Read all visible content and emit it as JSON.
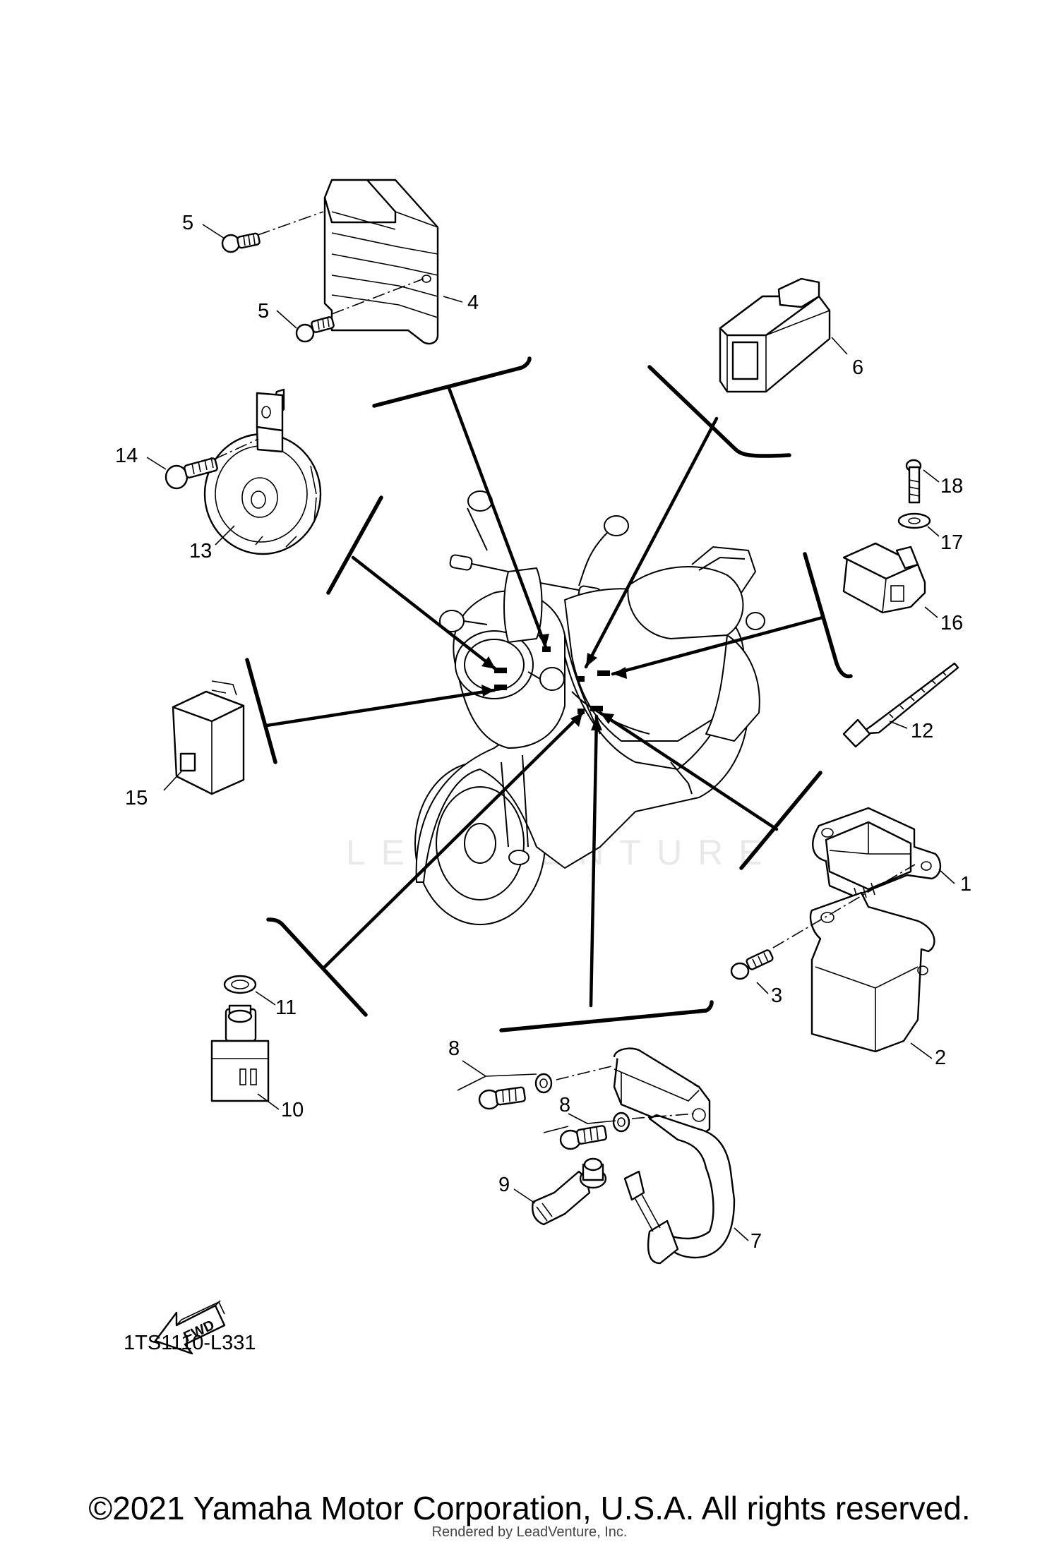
{
  "diagram": {
    "drawing_code": "1TS1110-L331",
    "fwd_label": "FWD",
    "watermark": "LEADVENTURE",
    "copyright": "©2021 Yamaha Motor Corporation, U.S.A. All rights reserved.",
    "rendered_by": "Rendered by LeadVenture, Inc.",
    "callouts": {
      "c1": "1",
      "c2": "2",
      "c3": "3",
      "c4": "4",
      "c5a": "5",
      "c5b": "5",
      "c6": "6",
      "c7": "7",
      "c8a": "8",
      "c8b": "8",
      "c9": "9",
      "c10": "10",
      "c11": "11",
      "c12": "12",
      "c13": "13",
      "c14": "14",
      "c15": "15",
      "c16": "16",
      "c17": "17",
      "c18": "18"
    }
  }
}
